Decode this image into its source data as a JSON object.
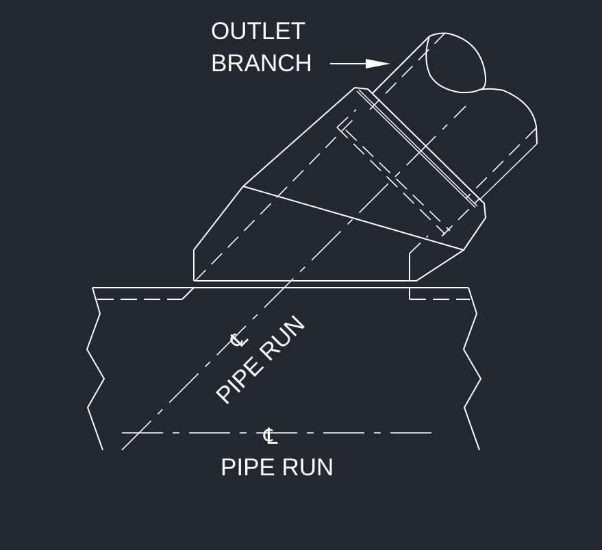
{
  "labels": {
    "outlet_line1": "OUTLET",
    "outlet_line2": "BRANCH",
    "centerline_symbol": "℄",
    "diag_pipe_run": "PIPE RUN",
    "horiz_pipe_run": "PIPE RUN"
  },
  "colors": {
    "background": "#212830",
    "line": "#ffffff"
  }
}
